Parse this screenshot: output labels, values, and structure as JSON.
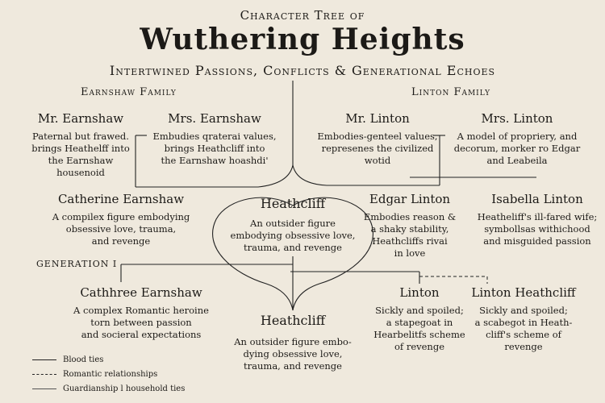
{
  "header": {
    "kicker": "Character Tree of",
    "title": "Wuthering Heights",
    "subtitle": "Intertwined Passions, Conflicts & Generational Echoes"
  },
  "families": {
    "earnshaw": "Earnshaw Family",
    "linton": "Linton Family"
  },
  "generation_label": "GENERATION I",
  "nodes": {
    "mr_earnshaw": {
      "name": "Mr. Earnshaw",
      "desc": [
        "Paternal but frawed.",
        "brings Heathelff into",
        "the Earnshaw housenoid"
      ]
    },
    "mrs_earnshaw": {
      "name": "Mrs. Earnshaw",
      "desc": [
        "Embudies qraterai values,",
        "brings Heathcliff into",
        "the Earnshaw hoashdi'"
      ]
    },
    "mr_linton": {
      "name": "Mr. Linton",
      "desc": [
        "Embodies-genteel values,",
        "represenes the civilized",
        "wotid"
      ]
    },
    "mrs_linton": {
      "name": "Mrs. Linton",
      "desc": [
        "A model of propriery, and",
        "decorum, morker ro Edgar",
        "and Leabeila"
      ]
    },
    "catherine_earnshaw": {
      "name": "Catherine Earnshaw",
      "desc": [
        "A compilex figure embodying",
        "obsessive love, trauma,",
        "and revenge"
      ]
    },
    "heathcliff_top": {
      "name": "Heathcliff",
      "desc": [
        "An outsider figure",
        "embodying obsessive love,",
        "trauma, and revenge"
      ]
    },
    "edgar_linton": {
      "name": "Edgar Linton",
      "desc": [
        "Embodies reason &",
        "a shaky stability,",
        "Heathcliffs rivai",
        "in love"
      ]
    },
    "isabella_linton": {
      "name": "Isabella Linton",
      "desc": [
        "Heatheliff's ill-fared wife;",
        "symbollsas withichood",
        "and misguided passion"
      ]
    },
    "cathhree_earnshaw": {
      "name": "Cathhree Earnshaw",
      "desc": [
        "A complex Romantic heroine",
        "torn between passion",
        "and socieral expectations"
      ]
    },
    "heathcliff_bottom": {
      "name": "Heathcliff",
      "desc": [
        "An outsider figure embo-",
        "dying obsessive love,",
        "trauma, and revenge"
      ]
    },
    "linton": {
      "name": "Linton",
      "desc": [
        "Sickly and spoiled;",
        "a stapegoat in",
        "Hearbelitfs scheme",
        "of revenge"
      ]
    },
    "linton_heathcliff": {
      "name": "Linton Heathcliff",
      "desc": [
        "Sickly and spoiled;",
        "a scabegot in Heath-",
        "cliff's scheme of",
        "revenge"
      ]
    }
  },
  "legend": {
    "blood": "Blood ties",
    "romantic": "Romantic relationships",
    "guardianship": "Guardianship l household ties"
  }
}
